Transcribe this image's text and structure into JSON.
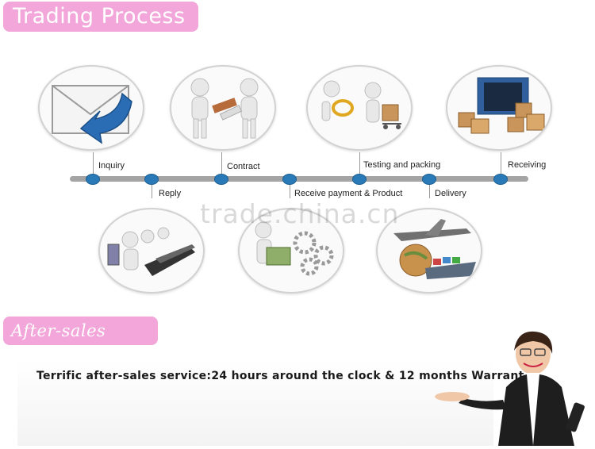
{
  "header": {
    "title": "Trading Process"
  },
  "steps": [
    {
      "id": "inquiry",
      "label": "Inquiry"
    },
    {
      "id": "reply",
      "label": "Reply"
    },
    {
      "id": "contract",
      "label": "Contract"
    },
    {
      "id": "receive-payment",
      "label": "Receive payment & Product"
    },
    {
      "id": "testing",
      "label": "Testing and packing"
    },
    {
      "id": "delivery",
      "label": "Delivery"
    },
    {
      "id": "receiving",
      "label": "Receiving"
    }
  ],
  "watermark": "trade.china.cn",
  "after_sales": {
    "title": "After-sales serives",
    "text": "Terrific after-sales service:24 hours around the clock & 12 months Warranty"
  },
  "colors": {
    "banner": "#f2a6d9",
    "timeline_dot": "#2a7ab8",
    "timeline_bar": "#a4a4a4"
  }
}
